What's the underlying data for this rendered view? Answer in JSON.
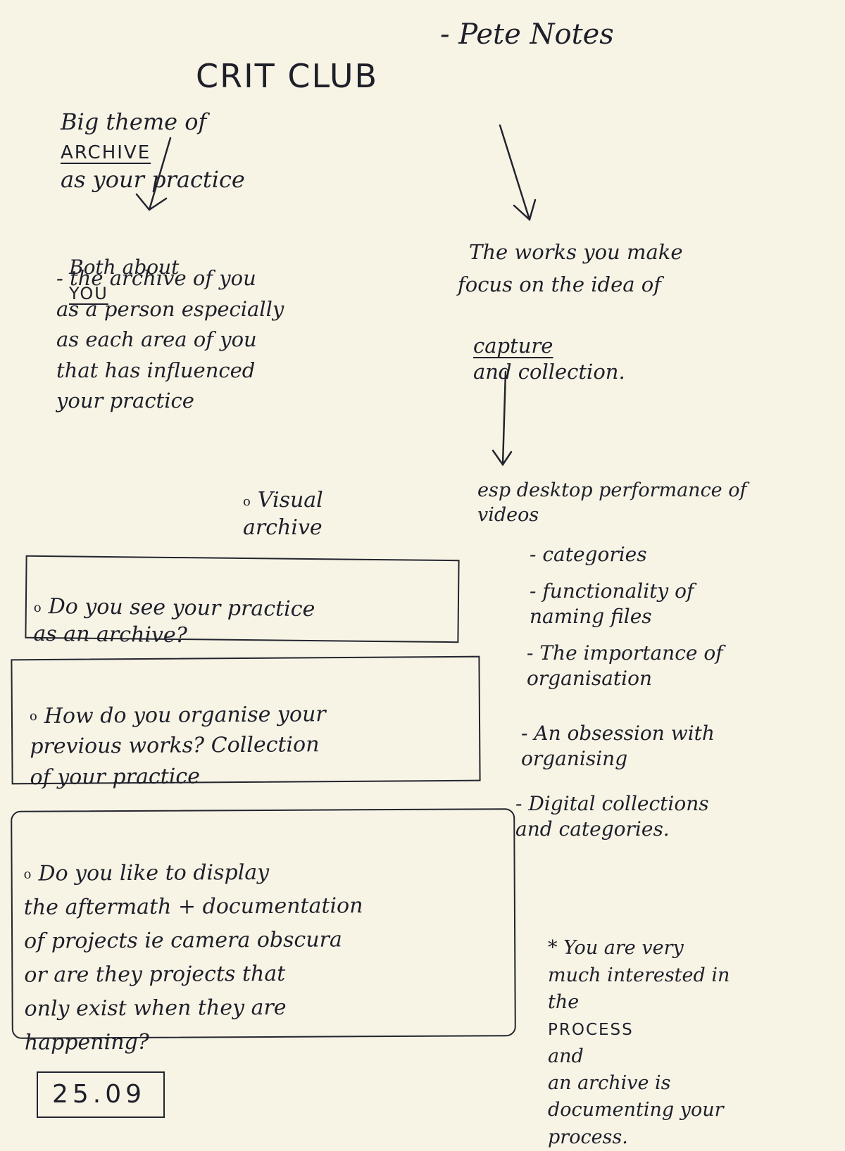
{
  "title": "CRIT CLUB",
  "subtitle": "- Pete Notes",
  "theme": {
    "prefix": "Big theme of",
    "keyword": "ARCHIVE",
    "suffix": "as your practice"
  },
  "left_branch": {
    "heading_prefix": "Both about",
    "heading_keyword": "YOU",
    "text": "- the archive of you\nas a person especially\nas each area of you\nthat has influenced\nyour practice"
  },
  "right_branch": {
    "line1": "The works you make",
    "line2": "focus on the idea of",
    "keyword": "capture",
    "line3_rest": "and collection."
  },
  "visual_archive": {
    "bullet": "o",
    "text": "Visual\narchive"
  },
  "desktop": {
    "text": "esp desktop performance of\nvideos",
    "items": [
      "- categories",
      "- functionality of\nnaming files",
      "- The importance of\norganisation",
      "- An obsession with\norganising",
      "- Digital collections\nand categories."
    ]
  },
  "questions": [
    {
      "bullet": "o",
      "text": "Do you see your practice\nas an archive?"
    },
    {
      "bullet": "o",
      "text": "How do you organise your\nprevious works? Collection\nof your practice"
    },
    {
      "bullet": "o",
      "text": "Do you like to display\nthe aftermath + documentation\nof projects ie camera obscura\nor are they projects that\nonly exist when they are\nhappening?"
    }
  ],
  "note": {
    "prefix": "* You are very\nmuch interested in\nthe",
    "keyword": "PROCESS",
    "rest": "and\nan archive is\ndocumenting your\nprocess."
  },
  "date": "25.09"
}
